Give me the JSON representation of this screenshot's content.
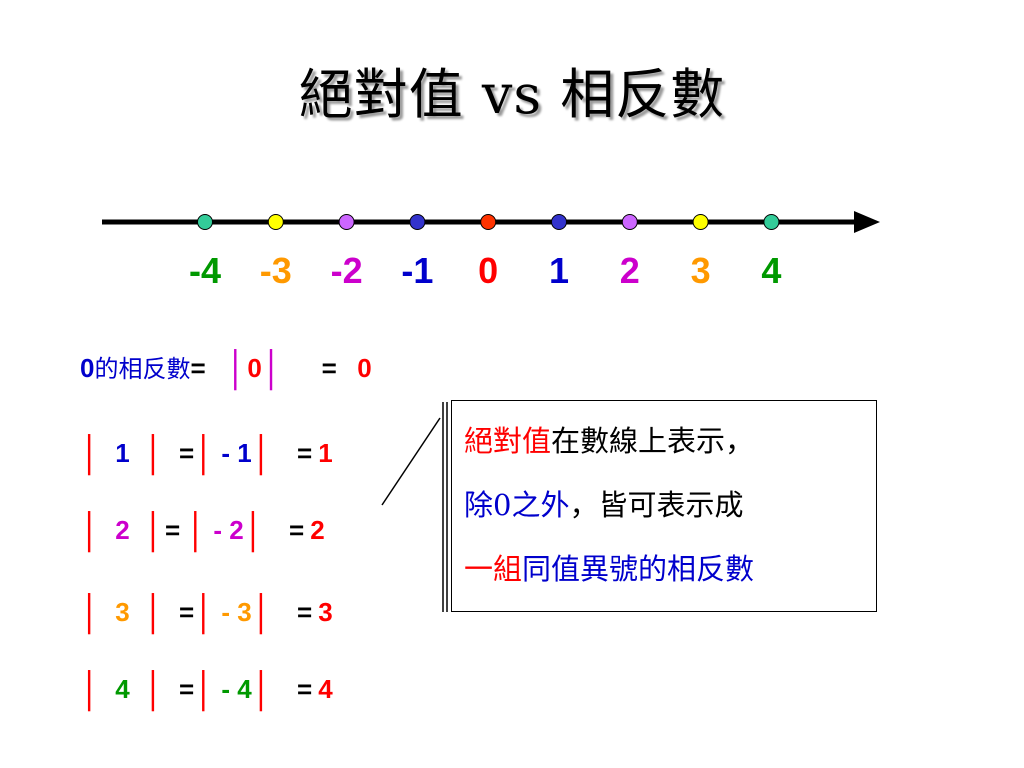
{
  "title": "絕對值 vs 相反數",
  "colors": {
    "green": "#009900",
    "orange": "#ff9900",
    "magenta": "#cc00cc",
    "blue": "#0000cc",
    "red": "#ff0000",
    "black": "#000000",
    "dot_teal": "#33cc99",
    "dot_yellow": "#ffff00",
    "dot_violet": "#cc66ff",
    "dot_blue": "#3333cc",
    "dot_red": "#ff3300"
  },
  "number_line": {
    "ticks": [
      {
        "label": "-4",
        "value": -4,
        "text_color": "#009900",
        "dot_color": "#33cc99"
      },
      {
        "label": "-3",
        "value": -3,
        "text_color": "#ff9900",
        "dot_color": "#ffff00"
      },
      {
        "label": "-2",
        "value": -2,
        "text_color": "#cc00cc",
        "dot_color": "#cc66ff"
      },
      {
        "label": "-1",
        "value": -1,
        "text_color": "#0000cc",
        "dot_color": "#3333cc"
      },
      {
        "label": "0",
        "value": 0,
        "text_color": "#ff0000",
        "dot_color": "#ff3300"
      },
      {
        "label": "1",
        "value": 1,
        "text_color": "#0000cc",
        "dot_color": "#3333cc"
      },
      {
        "label": "2",
        "value": 2,
        "text_color": "#cc00cc",
        "dot_color": "#cc66ff"
      },
      {
        "label": "3",
        "value": 3,
        "text_color": "#ff9900",
        "dot_color": "#ffff00"
      },
      {
        "label": "4",
        "value": 4,
        "text_color": "#009900",
        "dot_color": "#33cc99"
      }
    ]
  },
  "equations": {
    "zero": {
      "n": "0",
      "text": "的相反數",
      "eq1": "=",
      "bar": "│",
      "eq2": "=",
      "result": "0"
    },
    "rows": [
      {
        "n": "1",
        "neg": "- 1",
        "result": "1",
        "color": "#0000cc",
        "result_color": "#ff0000"
      },
      {
        "n": "2",
        "neg": "- 2",
        "result": "2",
        "color": "#cc00cc",
        "result_color": "#ff0000"
      },
      {
        "n": "3",
        "neg": "- 3",
        "result": "3",
        "color": "#ff9900",
        "result_color": "#ff0000"
      },
      {
        "n": "4",
        "neg": "- 4",
        "result": "4",
        "color": "#009900",
        "result_color": "#ff0000"
      }
    ],
    "bar": "│",
    "eq": "="
  },
  "callout": {
    "line1": {
      "a": "絕對值",
      "b": "在數線上表示，"
    },
    "line2": {
      "a": "除0之外",
      "b": "，皆可表示成"
    },
    "line3": {
      "a": "一組",
      "b": "同值異號的相反數"
    }
  }
}
